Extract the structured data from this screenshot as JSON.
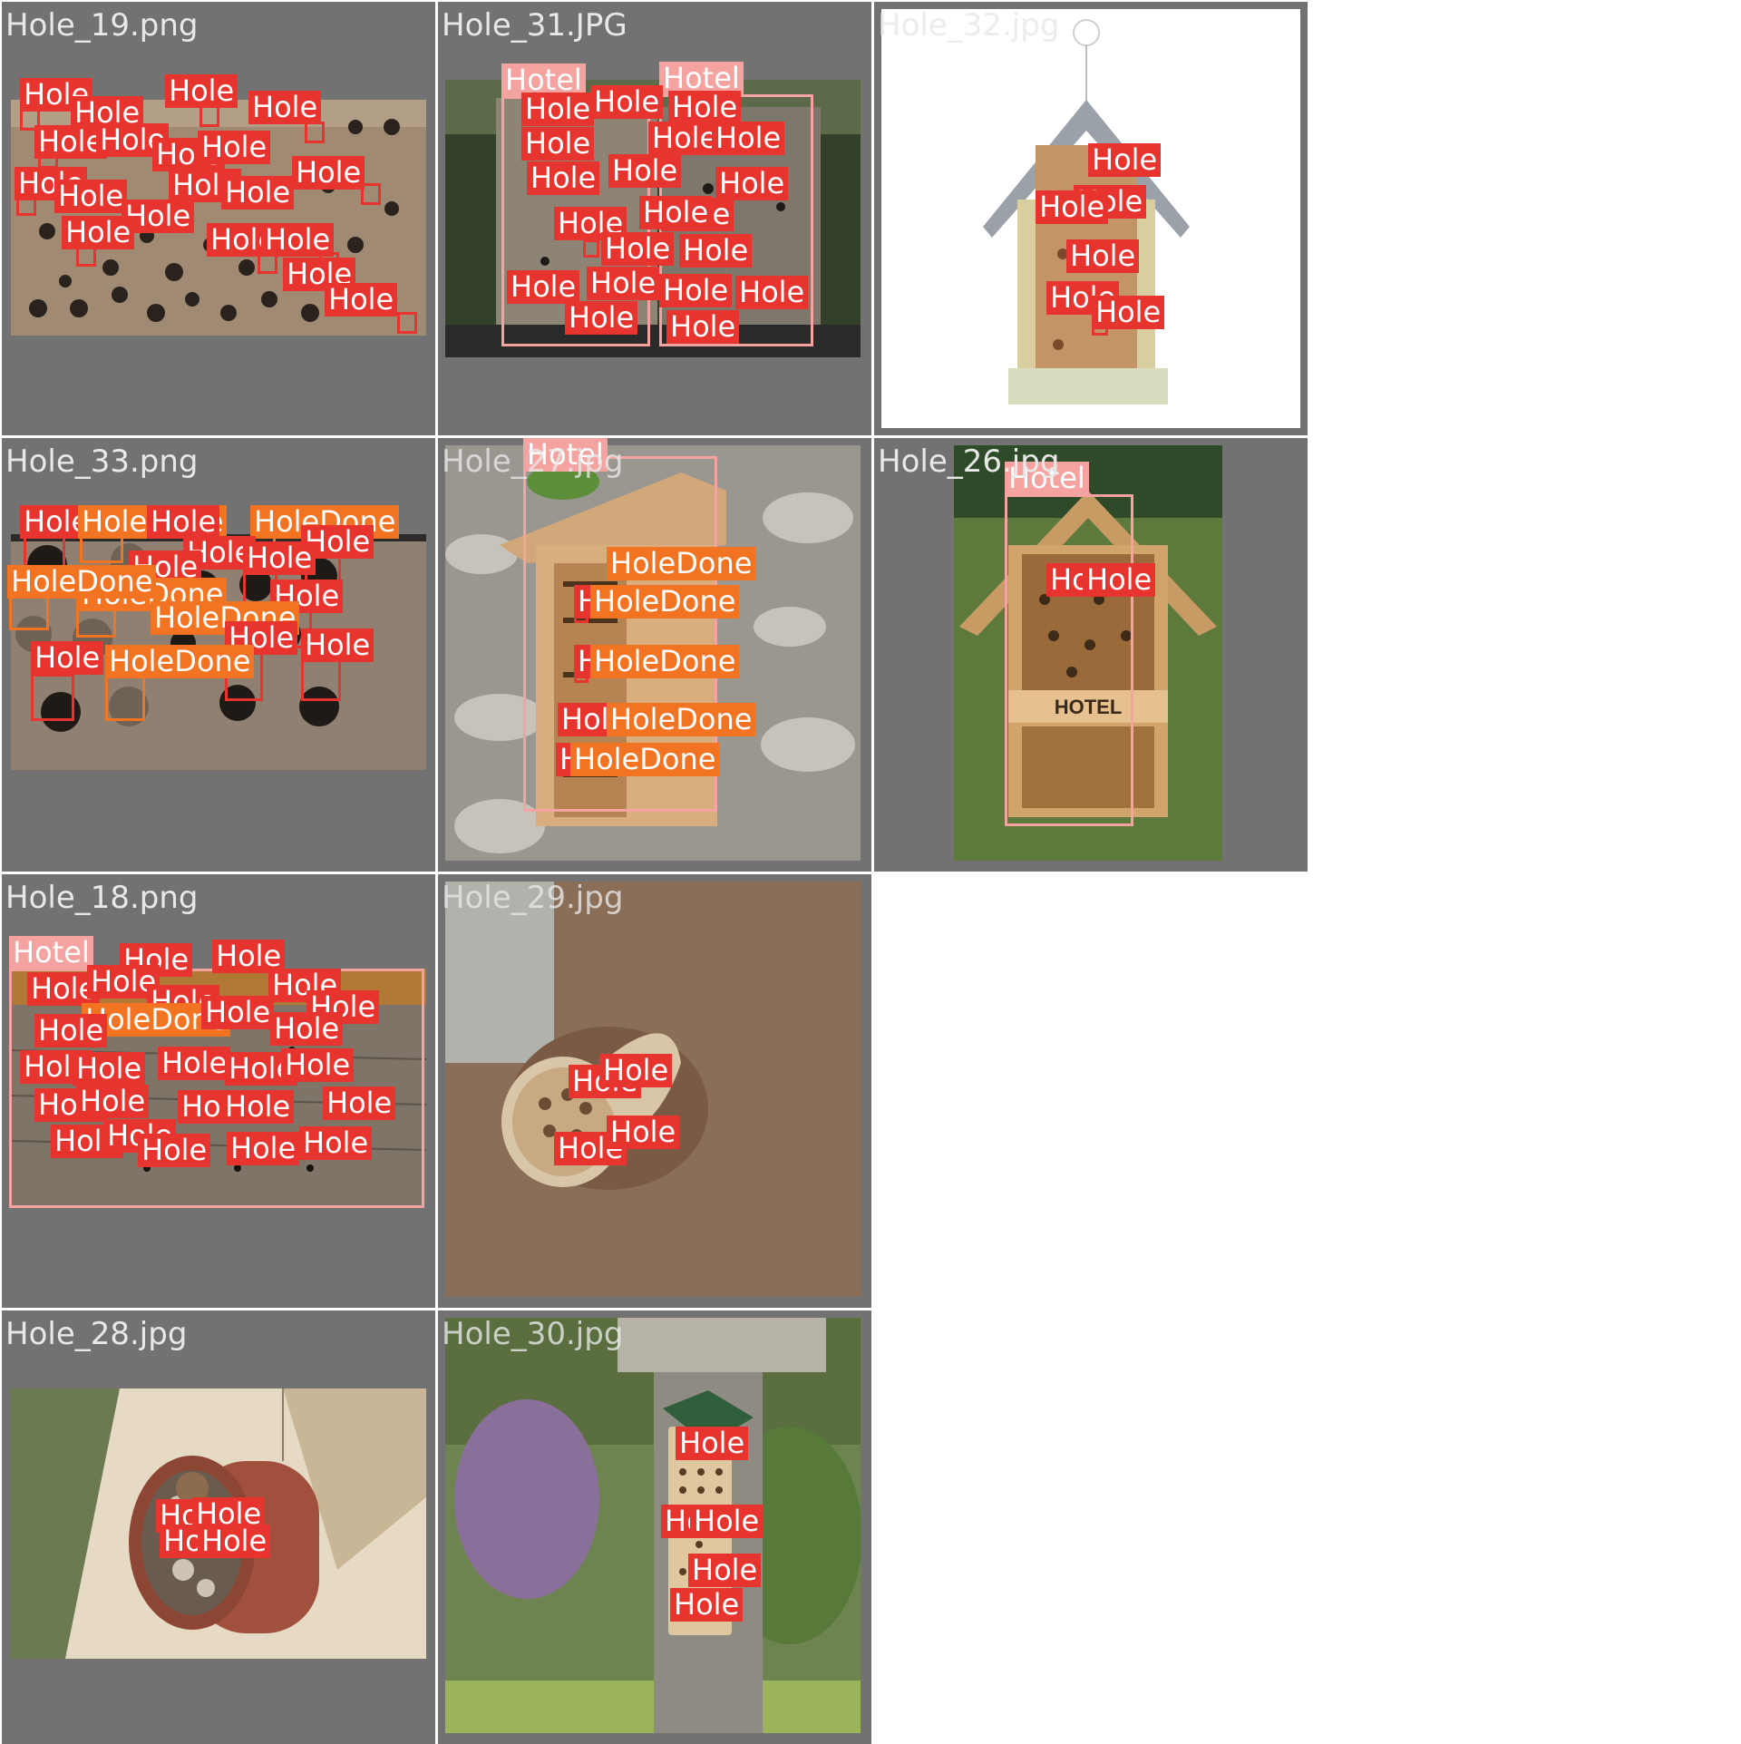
{
  "colors": {
    "hole": "#e8342e",
    "hole_done": "#f27423",
    "hotel": "#f4a3a0",
    "tile_bg": "#727272"
  },
  "class_labels": {
    "hole": "Hole",
    "hole_done": "HoleDone",
    "hotel": "Hotel"
  },
  "tiles": [
    {
      "filename": "Hole_19.png"
    },
    {
      "filename": "Hole_31.JPG"
    },
    {
      "filename": "Hole_32.jpg"
    },
    {
      "filename": "Hole_33.png"
    },
    {
      "filename": "Hole_27.jpg"
    },
    {
      "filename": "Hole_26.jpg"
    },
    {
      "filename": "Hole_18.png"
    },
    {
      "filename": "Hole_29.jpg"
    },
    {
      "filename": "Hole_28.jpg"
    },
    {
      "filename": "Hole_30.jpg"
    }
  ],
  "photo_text": {
    "hotel_sign": "HOTEL"
  }
}
